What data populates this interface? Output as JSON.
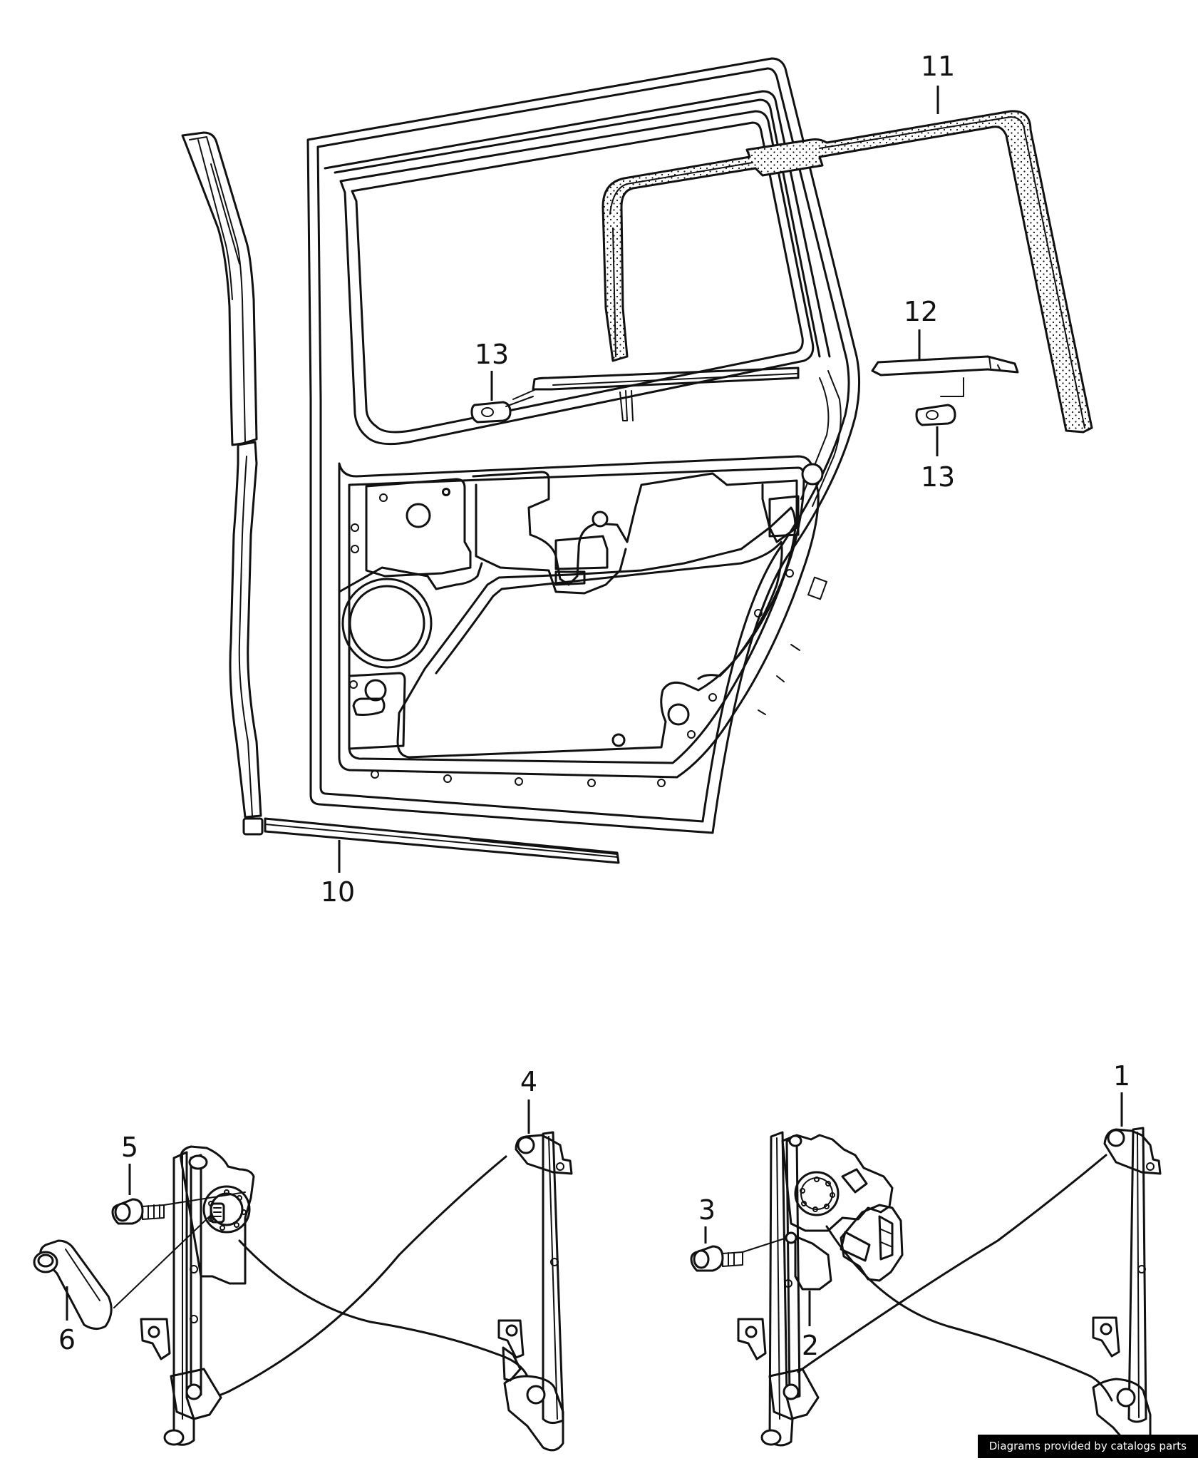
{
  "diagram": {
    "callouts": [
      "1",
      "2",
      "3",
      "4",
      "5",
      "6",
      "10",
      "11",
      "12",
      "13",
      "13"
    ]
  },
  "credit": "Diagrams provided by catalogs parts"
}
